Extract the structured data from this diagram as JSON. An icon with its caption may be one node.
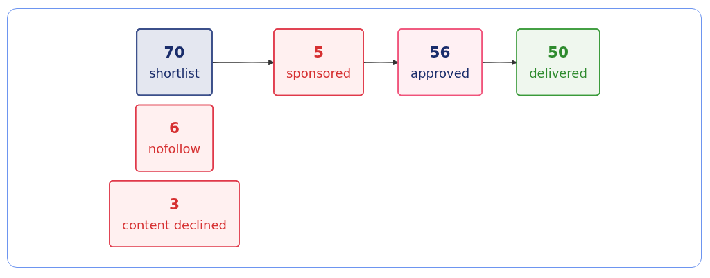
{
  "diagram": {
    "nodes": [
      {
        "text": [
          "70",
          "shortlist"
        ]
      },
      {
        "text": [
          "6",
          "nofollow"
        ]
      },
      {
        "text": [
          "5",
          "sponsored"
        ]
      },
      {
        "text": [
          "3",
          "content declined"
        ]
      },
      {
        "text": [
          "56",
          "approved"
        ]
      },
      {
        "text": [
          "50",
          "delivered"
        ]
      }
    ],
    "edges": [
      {
        "from": 0,
        "to": 2,
        "arrow": "to"
      },
      {
        "from": 2,
        "to": 4,
        "arrow": "to"
      },
      {
        "from": 4,
        "to": 5,
        "arrow": "to"
      }
    ]
  }
}
